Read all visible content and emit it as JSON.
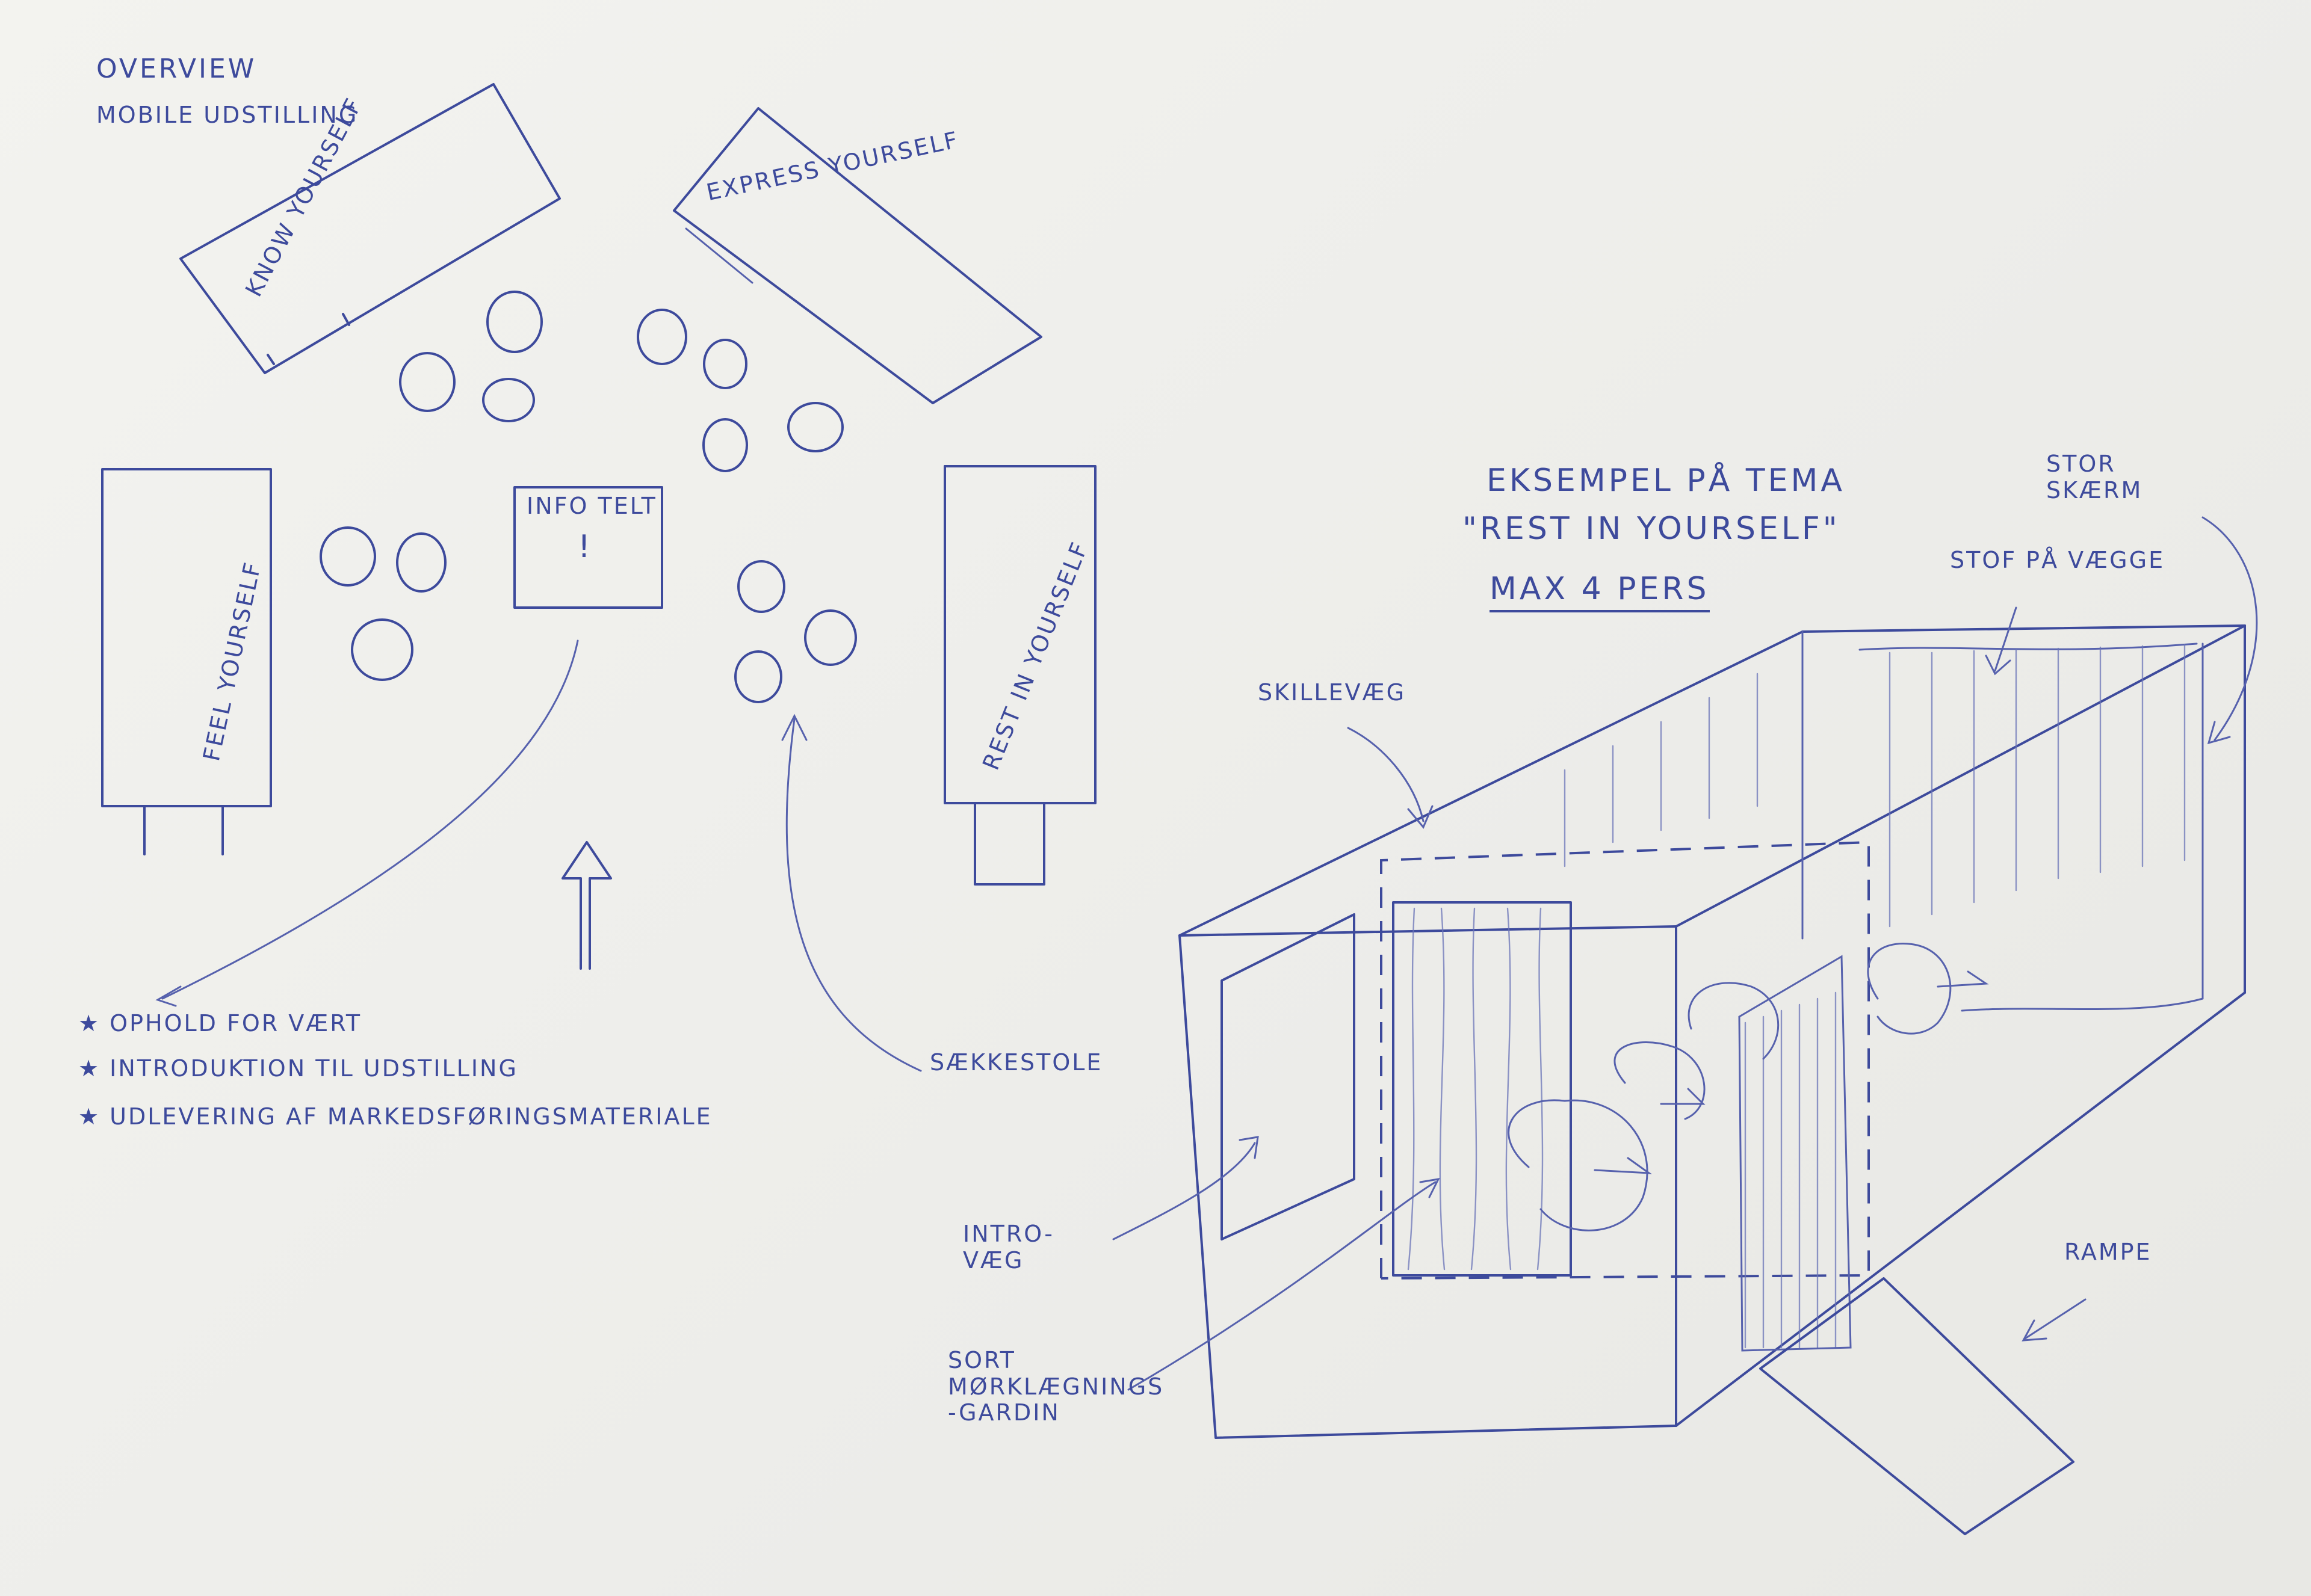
{
  "overview": {
    "title": "OVERVIEW",
    "subtitle": "MOBILE UDSTILLING"
  },
  "zones": {
    "know": "KNOW YOURSELF",
    "express": "EXPRESS YOURSELF",
    "feel": "FEEL YOURSELF",
    "rest": "REST IN YOURSELF"
  },
  "info_tent": {
    "label": "INFO TELT",
    "mark": "!"
  },
  "bean_bags": "SÆKKESTOLE",
  "info_notes": [
    "OPHOLD FOR VÆRT",
    "INTRODUKTION TIL UDSTILLING",
    "UDLEVERING AF MARKEDSFØRINGSMATERIALE"
  ],
  "note_bullet": "★",
  "example": {
    "line1": "EKSEMPEL PÅ TEMA",
    "line2": "\"REST IN YOURSELF\"",
    "line3": "MAX 4 PERS"
  },
  "labels": {
    "skillevaeg": "SKILLEVÆG",
    "stor_skaerm": "STOR SKÆRM",
    "stof": "STOF PÅ VÆGGE",
    "intro": "INTRO- VÆG",
    "sort": "SORT MØRKLÆGNINGS -GARDIN",
    "rampe": "RAMPE"
  },
  "colors": {
    "ink": "#3d4a9c",
    "paper": "#eeeeea"
  }
}
